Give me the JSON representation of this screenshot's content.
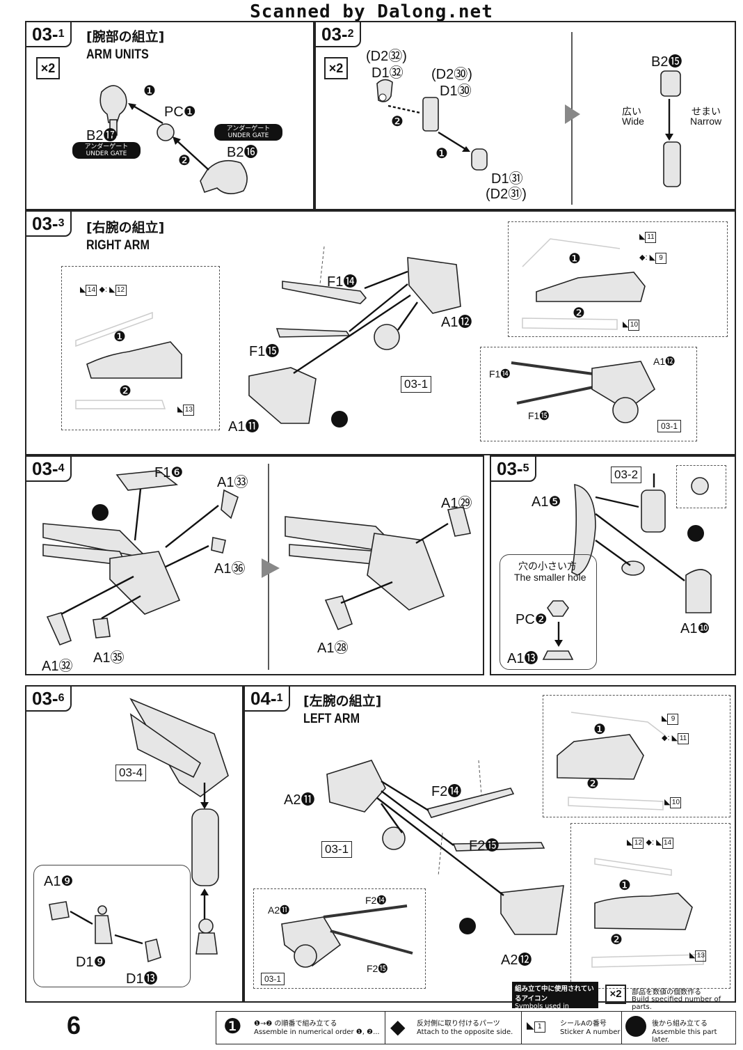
{
  "watermark": "Scanned by Dalong.net",
  "page_number": "6",
  "steps": {
    "s031": {
      "num": "03",
      "sub": "1",
      "title_jp": "[腕部の組立]",
      "title_en": "ARM UNITS",
      "multiplier": "×2",
      "labels": {
        "pc1": "PC❶",
        "b217": "B2⓱",
        "b216": "B2⓰"
      },
      "gate": "アンダーゲート UNDER GATE"
    },
    "s032": {
      "num": "03",
      "sub": "2",
      "multiplier": "×2",
      "labels": {
        "d232": "(D2㉜)",
        "d132": "D1㉜",
        "d230": "(D2㉚)",
        "d130": "D1㉚",
        "d131": "D1㉛",
        "d231": "(D2㉛)",
        "b215": "B2⓯"
      },
      "wide_jp": "広い",
      "wide_en": "Wide",
      "narrow_jp": "せまい",
      "narrow_en": "Narrow"
    },
    "s033": {
      "num": "03",
      "sub": "3",
      "title_jp": "[右腕の組立]",
      "title_en": "RIGHT ARM",
      "labels": {
        "f114": "F1⓮",
        "f115": "F1⓯",
        "a112": "A1⓬",
        "a111": "A1⓫",
        "ref": "03-1"
      },
      "stickers": {
        "s14": "14",
        "s12": "12",
        "s13": "13",
        "s11": "11",
        "s9": "9",
        "s10": "10"
      }
    },
    "s034": {
      "num": "03",
      "sub": "4",
      "labels": {
        "f16": "F1❻",
        "a133": "A1㉝",
        "a136": "A1㊱",
        "a132": "A1㉜",
        "a135": "A1㉟",
        "a129": "A1㉙",
        "a128": "A1㉘"
      }
    },
    "s035": {
      "num": "03",
      "sub": "5",
      "labels": {
        "a15": "A1❺",
        "ref": "03-2",
        "pc2": "PC❷",
        "a113": "A1⓭",
        "a110": "A1❿"
      },
      "hole_jp": "穴の小さい方",
      "hole_en": "The smaller hole"
    },
    "s036": {
      "num": "03",
      "sub": "6",
      "labels": {
        "ref": "03-4",
        "a19": "A1❾",
        "d19": "D1❾",
        "d113": "D1⓭"
      }
    },
    "s041": {
      "num": "04",
      "sub": "1",
      "title_jp": "[左腕の組立]",
      "title_en": "LEFT ARM",
      "labels": {
        "a211": "A2⓫",
        "f214": "F2⓮",
        "f215": "F2⓯",
        "a212": "A2⓬",
        "ref": "03-1"
      },
      "stickers": {
        "s9": "9",
        "s11": "11",
        "s10": "10",
        "s12": "12",
        "s14": "14",
        "s13": "13"
      }
    }
  },
  "legend": {
    "heading_jp": "組み立て中に使用されているアイコン",
    "heading_en": "Symbols used in instructions",
    "x2_jp": "部品を数値の個数作る",
    "x2_en": "Build specified number of parts.",
    "order_jp": "❶→❷ の順番で組み立てる",
    "order_en": "Assemble in numerical order ❶, ❷...",
    "opposite_jp": "反対側に取り付けるパーツ",
    "opposite_en": "Attach to the opposite side.",
    "sticker_jp": "シールAの番号",
    "sticker_en": "Sticker A number",
    "later_jp": "後から組み立てる",
    "later_en": "Assemble this part later."
  }
}
